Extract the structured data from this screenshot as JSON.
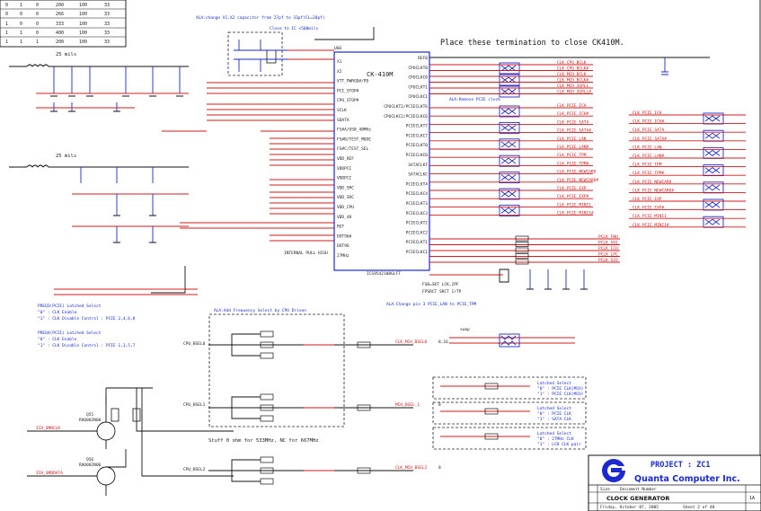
{
  "truth_table": {
    "rows": [
      [
        "0",
        "1",
        "0",
        "200",
        "100",
        "33"
      ],
      [
        "0",
        "0",
        "0",
        "266",
        "100",
        "33"
      ],
      [
        "1",
        "0",
        "0",
        "333",
        "100",
        "33"
      ],
      [
        "1",
        "1",
        "0",
        "400",
        "100",
        "33"
      ],
      [
        "1",
        "1",
        "1",
        "200",
        "100",
        "33"
      ]
    ]
  },
  "notes": {
    "top_change": "ALA:change X1,X2 capacitor from 27pf to 33pf(CL=20pf)",
    "close_to_ic": "Close to IC <500mils",
    "termination": "Place these termination to close CK410M.",
    "remove_pcie": "ALA:Remove PCIE clock",
    "mils_top": "25 mils",
    "mils_mid": "25 mils",
    "freq_select": "ALA:Add Frequency Select by CPU Driven",
    "stuff": "Stuff 0 ohm for 533MHz, NC for 667MHz",
    "change_pcie": "ALA:Change pin 3 PCIE_LAN to PCIE_TPM",
    "swap": "swap",
    "internal_pull": "INTERNAL PULL HIGH",
    "freq_note": "FSB=SKT LCK,2PF",
    "freq_stop": "FPSRCT SRCT 1/TP"
  },
  "latch": {
    "preq3_title": "PREQ3(PCIE) Latched Select",
    "preq3_0": "\"0\" : CLK Enable",
    "preq3_1": "\"1\" : CLK Disable Control : PCIE 2,4,6,8",
    "preq4_title": "PREQ4(PCIE) Latched Select",
    "preq4_0": "\"0\" : CLK Enable",
    "preq4_1": "\"1\" : CLK Disable Control : PCIE 1,3,5,7"
  },
  "ic": {
    "name": "CK-410M",
    "ref": "U66",
    "part": "ICS954210BGLFT",
    "left_pins": [
      "X1",
      "X2",
      "VTT_PWRGD#/PD",
      "PCI_STOP#",
      "CPU_STOP#",
      "SCLK",
      "SDATA",
      "FS#A/USB_48MHz",
      "FS#B/TEST_MODE",
      "FS#C/TEST_SEL",
      "VDD_REF",
      "VDDPCI",
      "VDDPCI",
      "VDD_SRC",
      "VDD_SRC",
      "VDD_CPU",
      "VDD_48",
      "REF",
      "DOT96#",
      "DOT96",
      "27MHz"
    ],
    "right_pins": [
      "REF0",
      "CPUCLKT0",
      "CPUCLKC0",
      "CPUCLKT1",
      "CPUCLKC1",
      "CPUCLKT2/PCIECLKT6",
      "CPUCLKC2/PCIECLKC6",
      "PCIECLKT7",
      "PCIECLKC7",
      "PCIECLKT0",
      "PCIECLKC0",
      "SATACLKT",
      "SATACLKC",
      "PCIECLKT4",
      "PCIECLKC4",
      "PCIECLKT3",
      "PCIECLKC3",
      "PCIECLKT2",
      "PCIECLKC2",
      "PCIECLKT1",
      "PCIECLKC1"
    ]
  },
  "outputs_top": [
    "CLK_CPU_BCLK",
    "CLK_CPU_BCLK#",
    "CLK_MCH_BCLK",
    "CLK_MCH_BCLK#",
    "CLK_MCH_3GPLL",
    "CLK_MCH_3GPLL#"
  ],
  "outputs_pcie": [
    "CLK_PCIE_ICH",
    "CLK_PCIE_ICH#",
    "CLK_PCIE_SATA",
    "CLK_PCIE_SATA#",
    "CLK_PCIE_LAN",
    "CLK_PCIE_LAN#",
    "CLK_PCIE_TPM",
    "CLK_PCIE_TPM#",
    "CLK_PCIE_NEWCARD",
    "CLK_PCIE_NEWCARD#",
    "CLK_PCIE_EXP",
    "CLK_PCIE_EXP#",
    "CLK_PCIE_MINI1",
    "CLK_PCIE_MINI1#"
  ],
  "outputs_pci": [
    "PCLK_FWH",
    "PCLK_591",
    "PCLK_ICH",
    "PCLK_LPC",
    "PCLK_SIO"
  ],
  "outputs_freq": [
    {
      "label": "CLK_MCH_BSEL0",
      "num": "8,16"
    },
    {
      "label": "MCH_BSEL_1",
      "num": "8"
    },
    {
      "label": "CLK_MCH_BSEL2",
      "num": "8"
    }
  ],
  "cpu_bsel": [
    "CPU_BSEL0",
    "CPU_BSEL1",
    "CPU_BSEL2"
  ],
  "transistors": [
    {
      "ref": "Q55",
      "part": "RHU002N06",
      "net": "ICH_SMBCLK"
    },
    {
      "ref": "Q56",
      "part": "RHU002N06",
      "net": "ICH_SMBDATA"
    }
  ],
  "latch_boxes": [
    {
      "title": "Latched Select",
      "a": "\"0\" : PCIE CLK(MCH)",
      "b": "\"1\" : PCIE CLK(MCH)"
    },
    {
      "title": "Latched Select",
      "a": "\"0\" : PCIE CLK",
      "b": "\"1\" : SATA CLK"
    },
    {
      "title": "Latched Select",
      "a": "\"0\" : 27MHz CLK",
      "b": "\"1\" : LCD CLK pair"
    }
  ],
  "title_block": {
    "project": "PROJECT : ZC1",
    "company": "Quanta Computer Inc.",
    "sheet_title": "CLOCK GENERATOR",
    "size_label": "Size",
    "doc_label": "Document Number",
    "rev": "1A",
    "date": "Friday, October 07, 2005",
    "sheet": "Sheet 2 of 48",
    "logo_letter": "G"
  },
  "colors": {
    "wire_blue": "#1a2ad0",
    "wire_red": "#d01818",
    "ink": "#111111",
    "title_blue": "#1a2ad0"
  }
}
